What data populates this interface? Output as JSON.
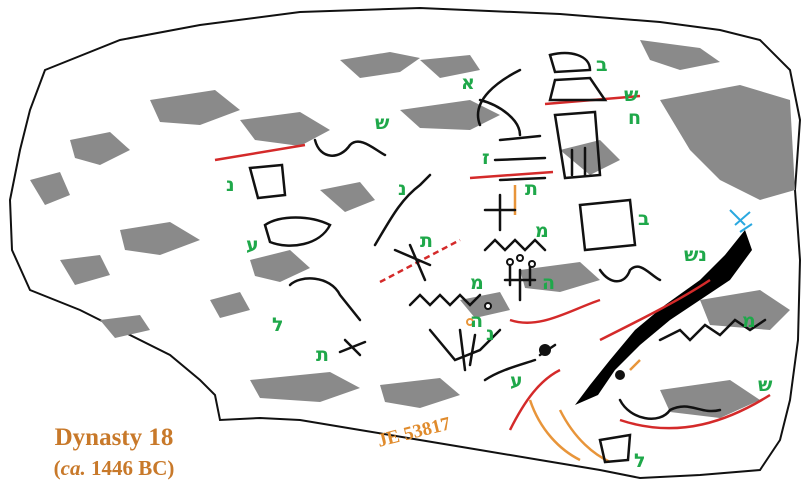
{
  "caption": {
    "dynasty": "Dynasty 18",
    "date_prefix": "(",
    "date_ca": "ca.",
    "date_rest": " 1446 BC)"
  },
  "catalog_number": "JE 53817",
  "hebrew_labels": [
    {
      "id": "alef",
      "text": "א"
    },
    {
      "id": "bet-top",
      "text": "ב"
    },
    {
      "id": "shin-top",
      "text": "ש"
    },
    {
      "id": "het-top",
      "text": "ח"
    },
    {
      "id": "shin-left",
      "text": "ש"
    },
    {
      "id": "zayin",
      "text": "ז"
    },
    {
      "id": "tav-mid",
      "text": "ת"
    },
    {
      "id": "nun-left",
      "text": "נ"
    },
    {
      "id": "nun-mid",
      "text": "נ"
    },
    {
      "id": "bet-right",
      "text": "ב"
    },
    {
      "id": "mem-mid",
      "text": "מ"
    },
    {
      "id": "ayin-left",
      "text": "ע"
    },
    {
      "id": "tav-red",
      "text": "ת"
    },
    {
      "id": "nun-shin-right",
      "text": "נש"
    },
    {
      "id": "he-right",
      "text": "ה"
    },
    {
      "id": "mem-low",
      "text": "מ"
    },
    {
      "id": "he-low",
      "text": "ה"
    },
    {
      "id": "lamed-left",
      "text": "ל"
    },
    {
      "id": "tav-low",
      "text": "ת"
    },
    {
      "id": "nun-low",
      "text": "נ"
    },
    {
      "id": "mem-right",
      "text": "מ"
    },
    {
      "id": "ayin-low",
      "text": "ע"
    },
    {
      "id": "shin-right",
      "text": "ש"
    },
    {
      "id": "lamed-right",
      "text": "ל"
    }
  ],
  "colors": {
    "stone_outline": "#111111",
    "stone_fill": "#ffffff",
    "shading": "#8a8a8a",
    "hebrew": "#1fa84a",
    "red_line": "#d42a2a",
    "orange_line": "#e8953a",
    "caption": "#c8792a",
    "blue_mark": "#2aa8e0"
  }
}
